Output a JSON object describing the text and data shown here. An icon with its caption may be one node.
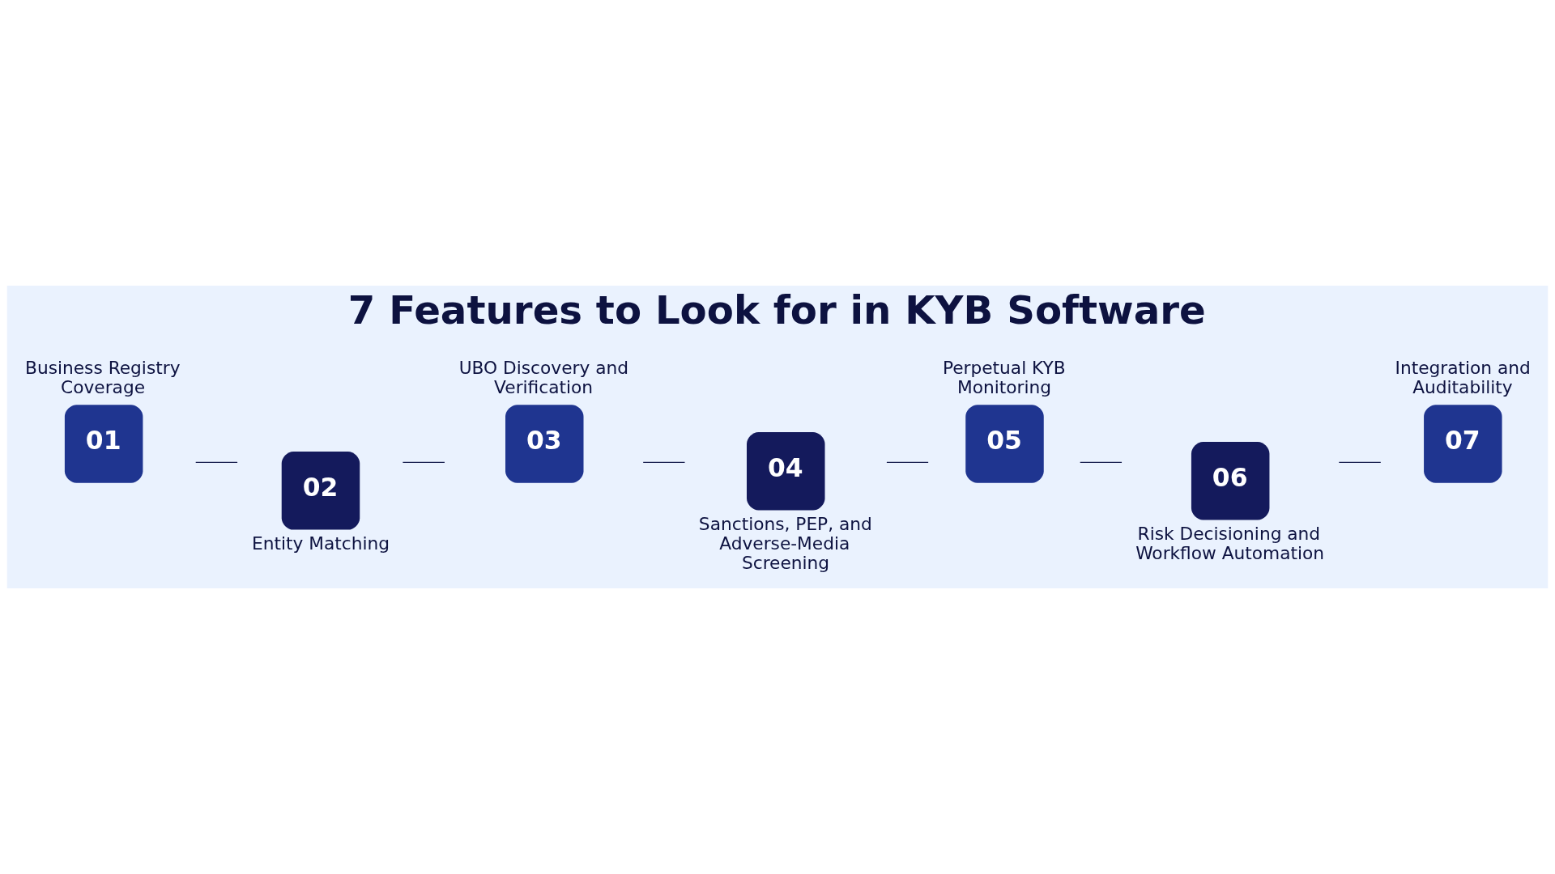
{
  "diagram": {
    "title": "7 Features to Look for in KYB Software",
    "nodes": [
      {
        "text": [
          "01"
        ],
        "beside": [
          "Business Registry Coverage"
        ]
      },
      {
        "text": [
          "02"
        ],
        "beside": [
          "Entity Matching"
        ]
      },
      {
        "text": [
          "03"
        ],
        "beside": [
          "UBO Discovery and Verification"
        ]
      },
      {
        "text": [
          "04"
        ],
        "beside": [
          "Sanctions, PEP, and Adverse-Media Screening"
        ]
      },
      {
        "text": [
          "05"
        ],
        "beside": [
          "Perpetual KYB Monitoring"
        ]
      },
      {
        "text": [
          "06"
        ],
        "beside": [
          "Risk Decisioning and Workflow Automation"
        ]
      },
      {
        "text": [
          "07"
        ],
        "beside": [
          "Integration and Auditability"
        ]
      }
    ],
    "edges": [
      {
        "from": 0,
        "to": 1,
        "arrow": "none"
      },
      {
        "from": 1,
        "to": 2,
        "arrow": "none"
      },
      {
        "from": 2,
        "to": 3,
        "arrow": "none"
      },
      {
        "from": 3,
        "to": 4,
        "arrow": "none"
      },
      {
        "from": 4,
        "to": 5,
        "arrow": "none"
      },
      {
        "from": 5,
        "to": 6,
        "arrow": "none"
      }
    ]
  }
}
